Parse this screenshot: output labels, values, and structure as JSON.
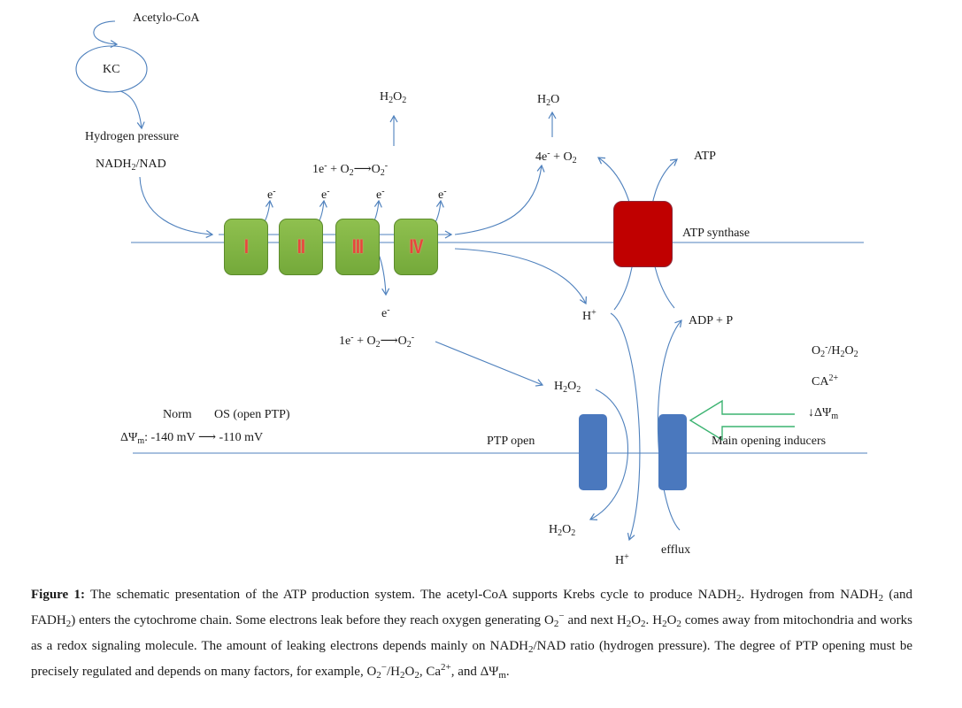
{
  "diagram": {
    "colors": {
      "line": "#4f81bd",
      "complex_fill": "#7fb544",
      "complex_text": "#e8453c",
      "atp_synthase_fill": "#c00000",
      "ptp_fill": "#4a78be",
      "inducer_arrow": "#3cb371"
    },
    "krebs": {
      "substrate": "Acetylo-CoA",
      "cycle_label": "KC",
      "output_label": "Hydrogen pressure",
      "ratio": {
        "base": "NADH",
        "sub": "2",
        "rest": "/NAD"
      }
    },
    "complexes": [
      {
        "id": "I",
        "label": "I"
      },
      {
        "id": "II",
        "label": "II"
      },
      {
        "id": "III",
        "label": "III"
      },
      {
        "id": "IV",
        "label": "IV"
      }
    ],
    "electron_label": {
      "base": "e",
      "sup": "-"
    },
    "leak_reaction_top": {
      "parts": [
        "1e",
        "-",
        " + O",
        "2",
        "⟶",
        "O",
        "2",
        "-"
      ]
    },
    "leak_product_top": {
      "base1": "H",
      "sub1": "2",
      "base2": "O",
      "sub2": "2"
    },
    "final_reaction": {
      "text1": "4e",
      "sup": "-",
      "text2": " + O",
      "sub": "2"
    },
    "final_product": {
      "base1": "H",
      "sub1": "2",
      "base2": "O"
    },
    "atp": {
      "product": "ATP",
      "enzyme": "ATP synthase",
      "substrate": "ADP + P"
    },
    "proton": {
      "base": "H",
      "sup": "+"
    },
    "leak_reaction_bottom_electron": {
      "base": "e",
      "sup": "-"
    },
    "ptp": {
      "label": "PTP open",
      "h2o2_in": "H2O2",
      "h2o2_out": "H2O2",
      "efflux_label": "efflux",
      "proton_out": {
        "base": "H",
        "sup": "+"
      }
    },
    "membrane_potential": {
      "norm_label": "Norm",
      "os_label": "OS (open PTP)",
      "symbol": "ΔΨ",
      "symbol_sub": "m",
      "norm_value": "-140 mV",
      "arrow": "⟶",
      "os_value": "-110 mV"
    },
    "inducers": {
      "items": [
        {
          "text": "O2-/H2O2"
        },
        {
          "text": "CA2+"
        },
        {
          "text": "↓ΔΨm"
        }
      ],
      "label": "Main opening inducers"
    }
  },
  "caption": {
    "prefix": "Figure 1:",
    "segments": [
      " The schematic presentation of the ATP production system. The acetyl-CoA supports Krebs cycle to produce NADH",
      "2",
      ". Hydrogen from NADH",
      "2",
      " (and FADH",
      "2",
      ") enters the cytochrome chain. Some electrons leak before they reach oxygen generating O",
      "2",
      "−",
      " and next H",
      "2",
      "O",
      "2",
      ". H",
      "2",
      "O",
      "2",
      " comes away from mitochondria and works as a redox signaling molecule. The amount of leaking electrons depends mainly on NADH",
      "2",
      "/NAD ratio (hydrogen pressure). The degree of PTP opening must be precisely regulated and depends on many factors, for example, O",
      "2",
      "−",
      "/H",
      "2",
      "O",
      "2",
      ", Ca",
      "2+",
      ", and ΔΨ",
      "m",
      "."
    ]
  }
}
